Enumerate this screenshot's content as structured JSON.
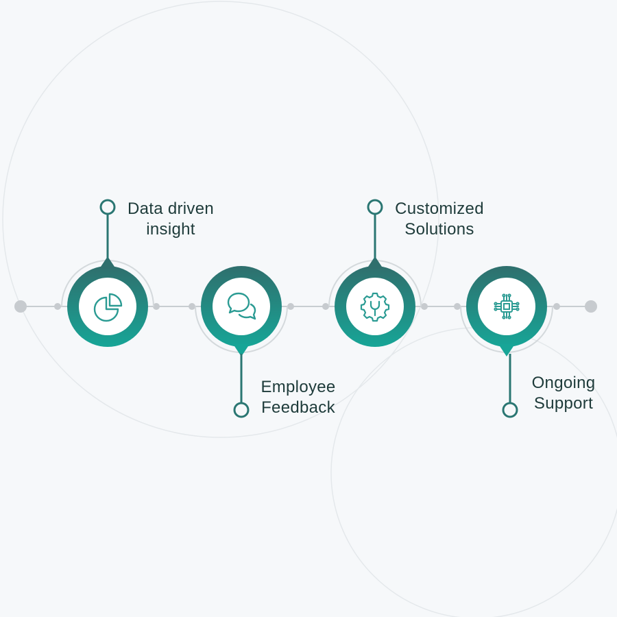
{
  "colors": {
    "background": "#f6f8fa",
    "teal_dark": "#2a7672",
    "teal_light": "#1aa89a",
    "icon": "#2b9b93",
    "connector": "#c8cdd1",
    "text": "#1e3b3a"
  },
  "steps": [
    {
      "id": "data-driven-insight",
      "label_lines": [
        "Data driven",
        "insight"
      ],
      "icon": "pie-chart-icon",
      "label_position": "top"
    },
    {
      "id": "employee-feedback",
      "label_lines": [
        "Employee",
        "Feedback"
      ],
      "icon": "chat-bubbles-icon",
      "label_position": "bottom"
    },
    {
      "id": "customized-solutions",
      "label_lines": [
        "Customized",
        "Solutions"
      ],
      "icon": "gear-wrench-icon",
      "label_position": "top"
    },
    {
      "id": "ongoing-support",
      "label_lines": [
        "Ongoing",
        "Support"
      ],
      "icon": "circuit-chip-icon",
      "label_position": "bottom"
    }
  ]
}
